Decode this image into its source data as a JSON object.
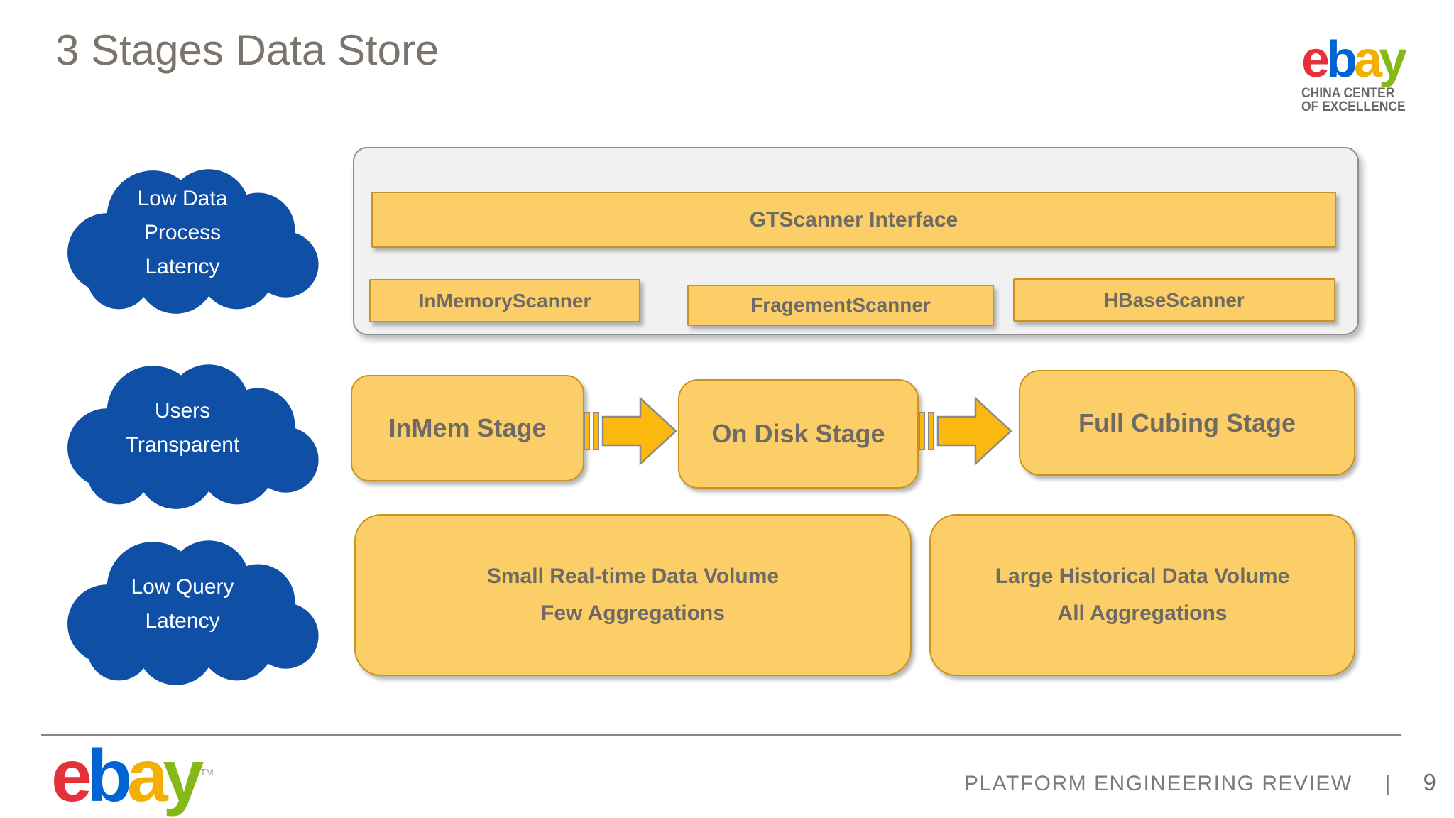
{
  "slide": {
    "title": "3 Stages Data Store",
    "footer_text": "PLATFORM ENGINEERING REVIEW",
    "footer_divider": "|",
    "page_number": "9"
  },
  "logo": {
    "letters": [
      "e",
      "b",
      "a",
      "y"
    ],
    "tagline_line1": "CHINA CENTER",
    "tagline_line2": "OF EXCELLENCE",
    "trademark": "TM",
    "letter_colors": {
      "e": "#e53238",
      "b": "#0064d2",
      "a": "#f5af02",
      "y": "#86b817"
    }
  },
  "clouds": [
    {
      "lines": [
        "Low Data",
        "Process",
        "Latency"
      ]
    },
    {
      "lines": [
        "Users",
        "Transparent"
      ]
    },
    {
      "lines": [
        "Low Query",
        "Latency"
      ]
    }
  ],
  "scanner_panel": {
    "interface_label": "GTScanner Interface",
    "scanners": [
      "InMemoryScanner",
      "FragementScanner",
      "HBaseScanner"
    ]
  },
  "stages": [
    {
      "label": "InMem Stage"
    },
    {
      "label": "On Disk Stage"
    },
    {
      "label": "Full Cubing Stage"
    }
  ],
  "volumes": [
    {
      "lines": [
        "Small Real-time Data Volume",
        "Few Aggregations"
      ]
    },
    {
      "lines": [
        "Large Historical Data Volume",
        "All Aggregations"
      ]
    }
  ],
  "colors": {
    "cloud_blue": "#104fa6",
    "box_fill": "#fcce67",
    "box_border": "#c79420",
    "arrow_fill": "#fbb90f",
    "arrow_border": "#8a8a8a",
    "panel_fill": "#f1f1f2",
    "panel_border": "#8f8f91",
    "box_text": "#6e6a66",
    "title_text": "#7b746c",
    "footer_text": "#7e7974"
  }
}
